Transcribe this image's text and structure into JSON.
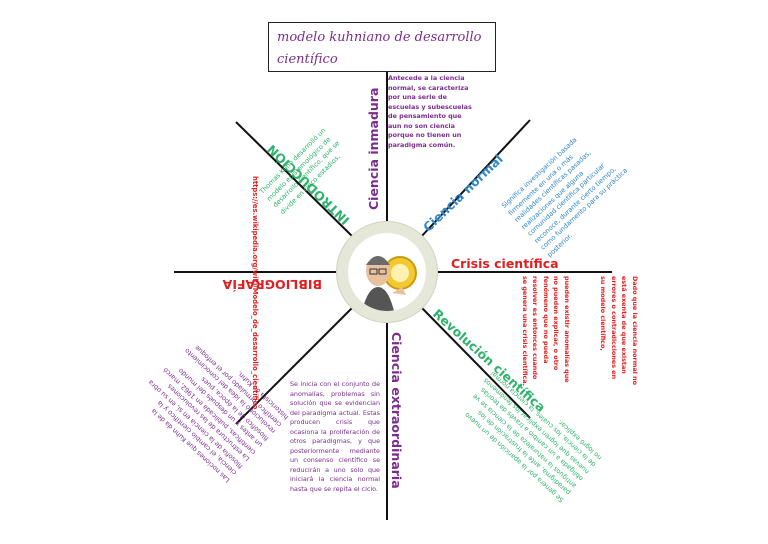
{
  "title": "modelo kuhniano de desarrollo científico",
  "branches": {
    "ciencia_inmadura": "Ciencia inmadura",
    "ciencia_normal": "Ciencia normal",
    "crisis": "Crisis científica",
    "revolucion": "Revolución científica",
    "extraordinaria": "Ciencia extraordinaria",
    "bibliografia": "BIBLIOGRAFÍA",
    "introduccion": "INTRODUCCIÓN"
  },
  "notes": {
    "ciencia_inmadura": "Antecede a la ciencia normal, se caracteriza por una serie de escuelas y subescuelas de pensamiento que aun no son ciencia porque no tienen un paradigma común.",
    "ciencia_normal": "Significa investigación basada firmemente en una o más realidades científicas pasadas, realizaciones que alguna comunidad científica particular reconoce, durante cierto tiempo, como fundamento para su práctica posterior.",
    "crisis_col1": "Dado que la ciencia normal no está exenta de que existan errores o contradicciones en su modelo científico,",
    "crisis_col2": "pueden existir anomalías que no pueden explicar, o otro fenómeno que no pueda resolver es entonces cuando se genera una crisis científica.",
    "revolucion": "Se genera por la aparición de un nuevo paradigma, ante la frustración de los antiguos la naturaleza de la ciencia se ve obligada a un cambio a través de teorías nuevas que logren explicar los fenómenos de la ciencia, los cuales, la ciencia normal no logró explicar.",
    "extraordinaria": "Se inicia con el conjunto de anomalías, problemas sin solución que se evidencian del paradigma actual. Estas producen crisis que ocasiona la proliferación de otros paradigmas, y que posteriormente mediante un consenso científico se reducirán a uno solo que iniciará la ciencia normal hasta que se repita el ciclo.",
    "bibliografia": "Las nociones que Kuhn da de la ciencia, el cambio científico y la filosofía de la ciencia en sí, en su obra La estructura de las revoluciones científicas, publicada en 1962, marcó un antes y un después del mundo filosófico de la época, pues revolucionó la idea del conocimiento científico formulado por el enfoque historicista de Kuhn.",
    "introduccion": "Thomas Kuhn desarrolló un modelo epistemológico de desarrollo científico, que se divide en cinco estadios.",
    "url": "https://es.wikipedia.org/wiki/Modelo_de_desarrollo_científico"
  },
  "colors": {
    "title": "#7b2d8e",
    "ciencia_inmadura": "#7b2d8e",
    "ciencia_normal": "#2f86c9",
    "crisis": "#e02020",
    "revolucion": "#2eb36b",
    "extraordinaria": "#7b2d8e",
    "bibliografia": "#e02020",
    "introduccion": "#2eb36b",
    "lines": "#111111"
  }
}
